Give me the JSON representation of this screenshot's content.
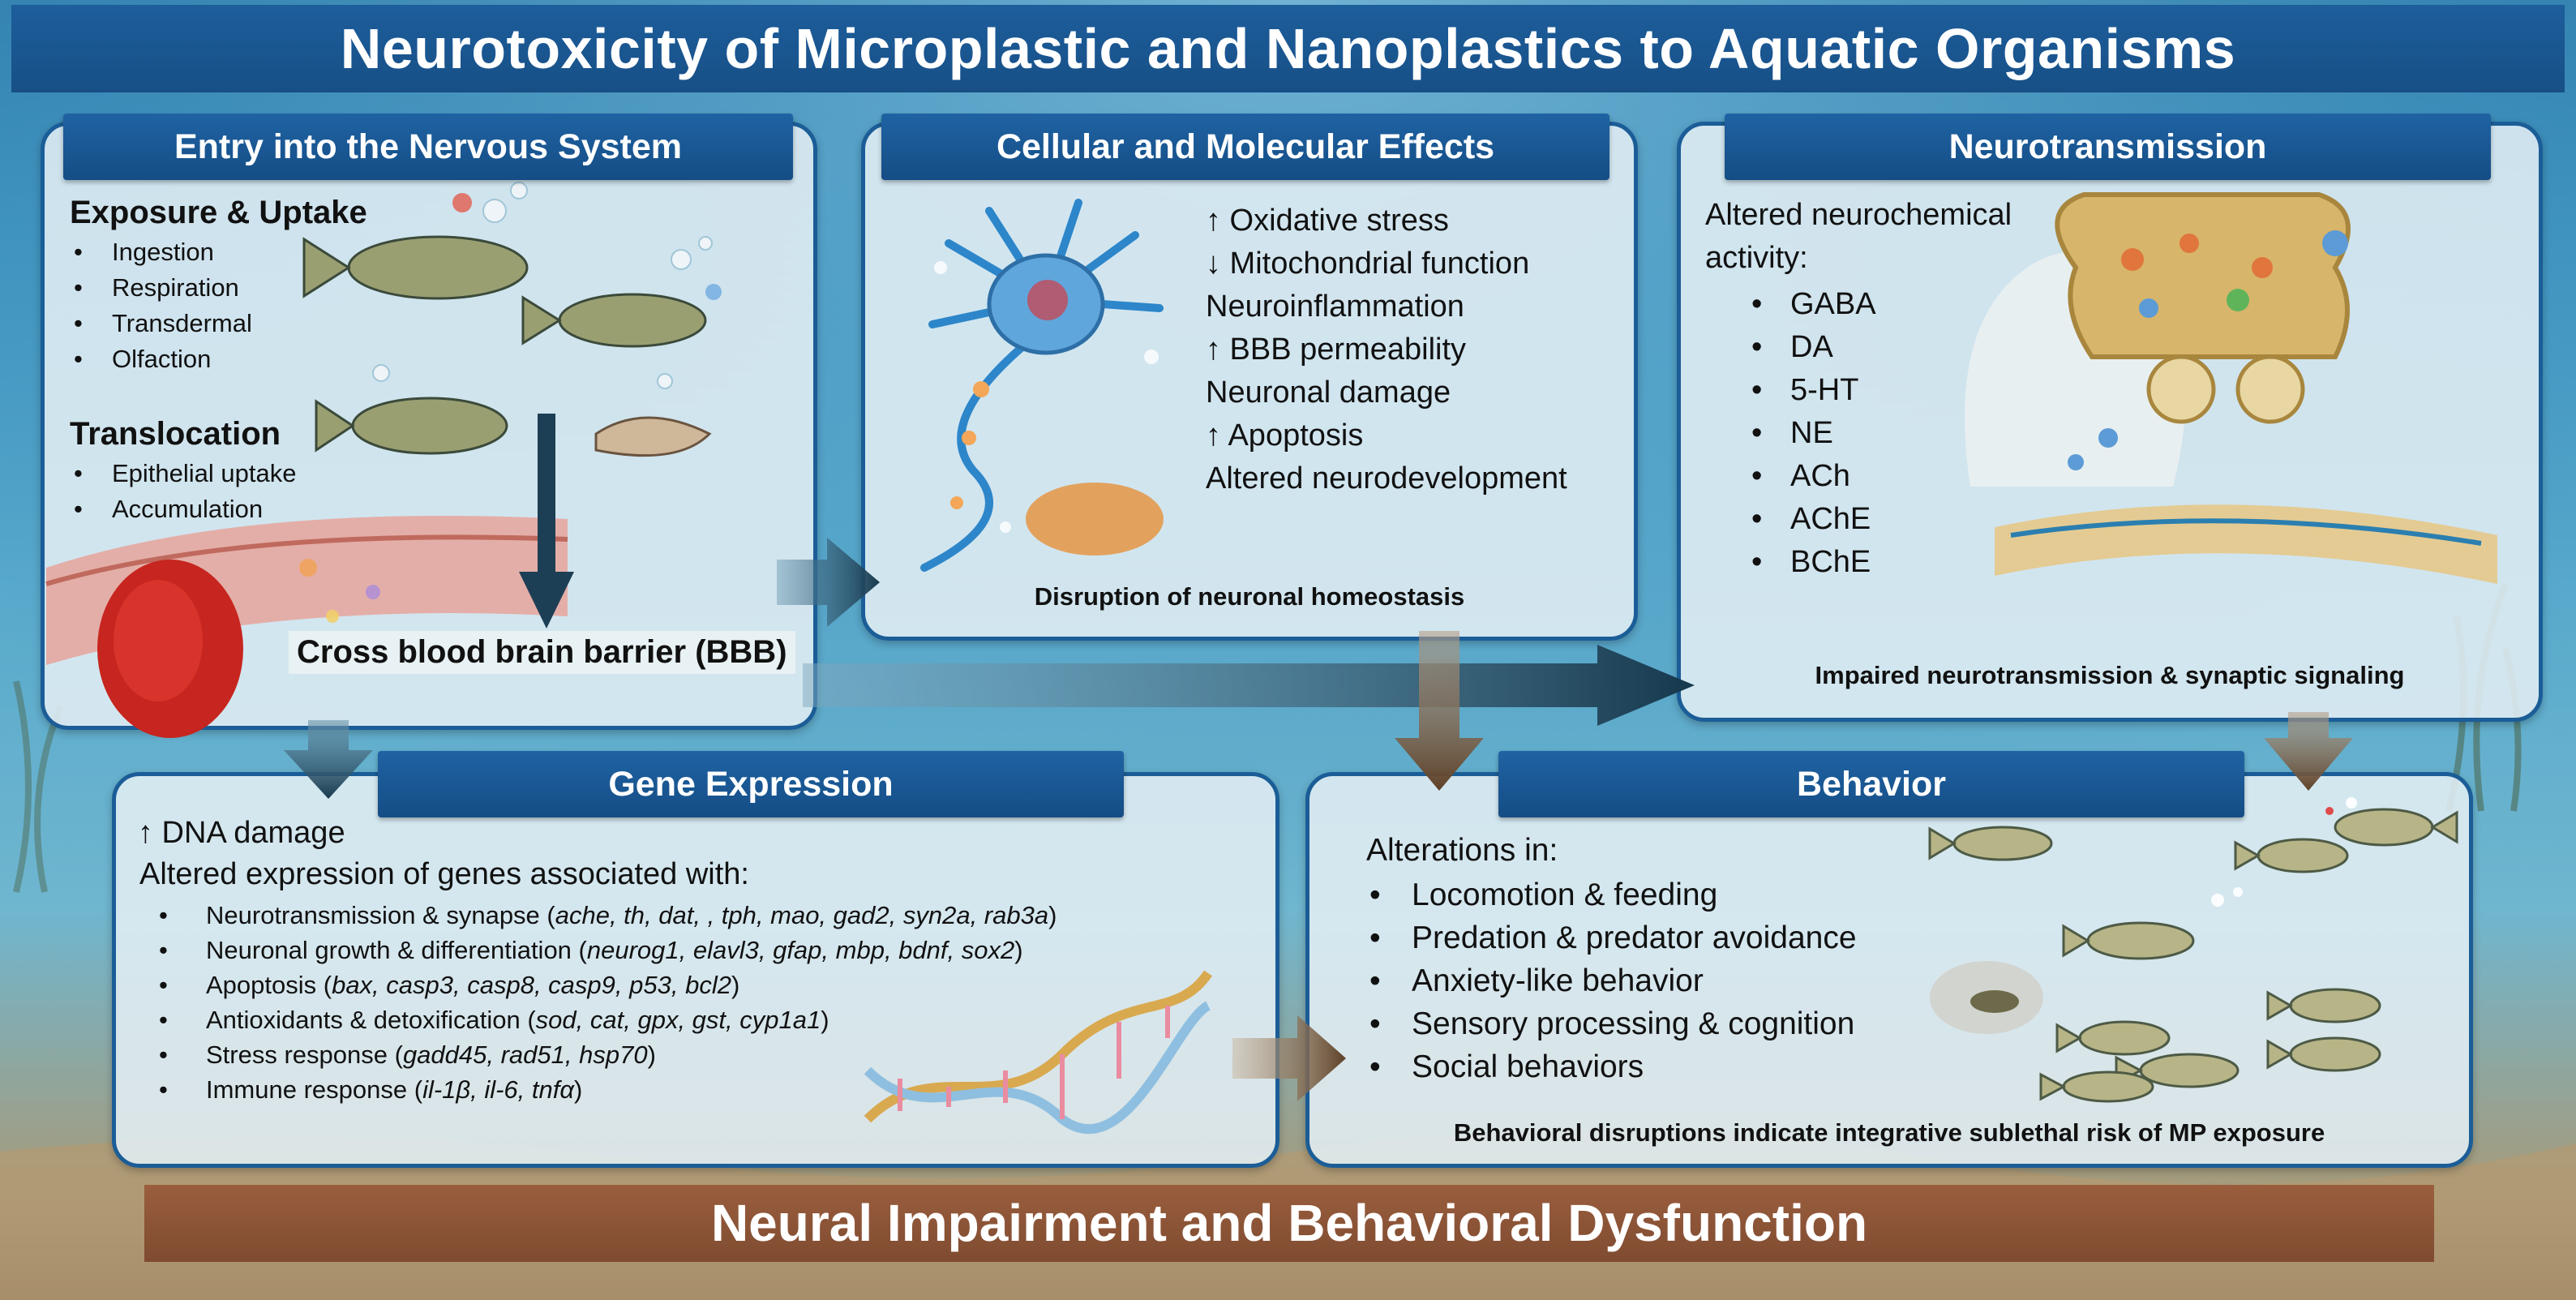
{
  "title": "Neurotoxicity of Microplastic and Nanoplastics to Aquatic Organisms",
  "entry": {
    "header": "Entry into the Nervous System",
    "exposure_title": "Exposure & Uptake",
    "exposure_items": [
      "Ingestion",
      "Respiration",
      "Transdermal",
      "Olfaction"
    ],
    "translocation_title": "Translocation",
    "translocation_items": [
      "Epithelial uptake",
      "Accumulation"
    ],
    "bbb_label": "Cross blood brain barrier (BBB)"
  },
  "cellular": {
    "header": "Cellular and Molecular Effects",
    "lines": [
      "↑ Oxidative stress",
      "↓ Mitochondrial function",
      "Neuroinflammation",
      "↑ BBB permeability",
      "Neuronal damage",
      "↑ Apoptosis",
      "Altered neurodevelopment"
    ],
    "caption": "Disruption of neuronal homeostasis"
  },
  "neuro": {
    "header": "Neurotransmission",
    "intro_line1": "Altered neurochemical",
    "intro_line2": "activity:",
    "items": [
      "GABA",
      "DA",
      "5-HT",
      "NE",
      "ACh",
      "AChE",
      "BChE"
    ],
    "caption": "Impaired neurotransmission & synaptic signaling"
  },
  "gene": {
    "header": "Gene Expression",
    "line1": "↑ DNA damage",
    "line2": "Altered expression of genes associated with:",
    "items": [
      {
        "label": "Neurotransmission & synapse (",
        "genes": "ache, th, dat, , tph, mao, gad2, syn2a, rab3a",
        "close": ")"
      },
      {
        "label": "Neuronal growth & differentiation (",
        "genes": "neurog1, elavl3, gfap, mbp, bdnf, sox2",
        "close": ")"
      },
      {
        "label": "Apoptosis (",
        "genes": "bax, casp3, casp8, casp9, p53, bcl2",
        "close": ")"
      },
      {
        "label": "Antioxidants & detoxification (",
        "genes": "sod, cat, gpx, gst, cyp1a1",
        "close": ")"
      },
      {
        "label": "Stress response (",
        "genes": "gadd45, rad51, hsp70",
        "close": ")"
      },
      {
        "label": "Immune response (",
        "genes": "il-1β, il-6, tnfα",
        "close": ")"
      }
    ]
  },
  "behavior": {
    "header": "Behavior",
    "intro": "Alterations in:",
    "items": [
      "Locomotion & feeding",
      "Predation & predator avoidance",
      "Anxiety-like behavior",
      "Sensory processing & cognition",
      "Social behaviors"
    ],
    "caption": "Behavioral disruptions indicate integrative sublethal risk of MP exposure"
  },
  "bottom": "Neural Impairment and Behavioral Dysfunction",
  "colors": {
    "header_blue": "#1b5d97",
    "arrow_dark": "#173c54",
    "arrow_brown": "#6b4a30",
    "bottom_brown": "#8b5435"
  }
}
